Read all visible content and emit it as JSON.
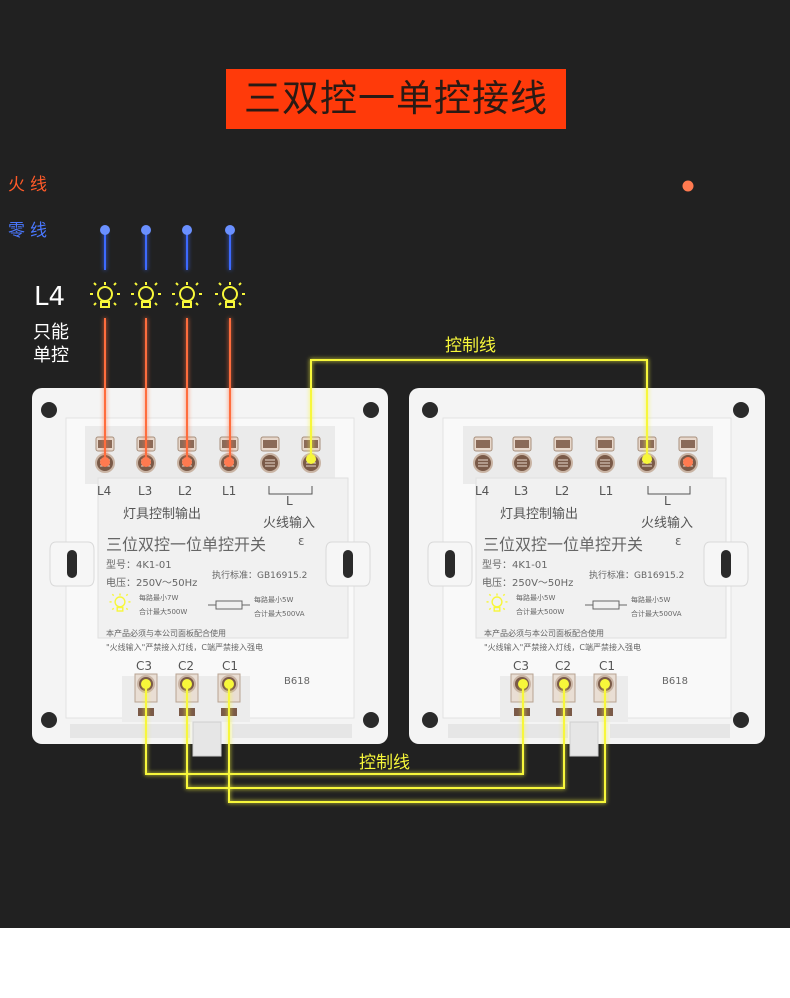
{
  "title": "三双控一单控接线",
  "wires": {
    "live": "火线",
    "neutral": "零线"
  },
  "note": {
    "big": "L4",
    "line1": "只能",
    "line2": "单控"
  },
  "control_label_top": "控制线",
  "control_label_bottom": "控制线",
  "switches": [
    {
      "top_terminals": [
        "L4",
        "L3",
        "L2",
        "L1",
        "L"
      ],
      "group_lamp": "灯具控制输出",
      "group_live": "火线输入",
      "product": "三位双控一位单控开关",
      "ce": "ε",
      "model": "型号：4K1-01",
      "voltage": "电压：250V～50Hz",
      "standard": "执行标准：GB16915.2",
      "spec_a1": "每路最小7W",
      "spec_a2": "合计最大500W",
      "spec_b1": "每路最小5W",
      "spec_b2": "合计最大500VA",
      "warn1": "本产品必须与本公司面板配合使用",
      "warn2": "\"火线输入\"严禁接入灯线，C端严禁接入强电",
      "bottom_terminals": [
        "C3",
        "C2",
        "C1"
      ],
      "code": "B618"
    },
    {
      "top_terminals": [
        "L4",
        "L3",
        "L2",
        "L1",
        "L"
      ],
      "group_lamp": "灯具控制输出",
      "group_live": "火线输入",
      "product": "三位双控一位单控开关",
      "ce": "ε",
      "model": "型号：4K1-01",
      "voltage": "电压：250V～50Hz",
      "standard": "执行标准：GB16915.2",
      "spec_a1": "每路最小5W",
      "spec_a2": "合计最大500W",
      "spec_b1": "每路最小5W",
      "spec_b2": "合计最大500VA",
      "warn1": "本产品必须与本公司面板配合使用",
      "warn2": "\"火线输入\"严禁接入灯线，C端严禁接入强电",
      "bottom_terminals": [
        "C3",
        "C2",
        "C1"
      ],
      "code": "B618"
    }
  ],
  "colors": {
    "live": "#ff7a50",
    "neutral": "#3d6bff",
    "control": "#f7f73a",
    "title_bg": "#ff3a0a",
    "background": "#212121"
  }
}
